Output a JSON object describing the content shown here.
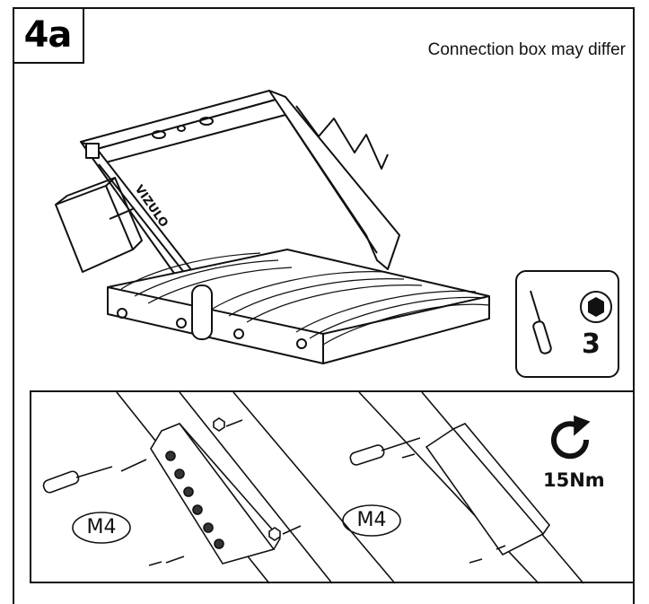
{
  "step": {
    "label": "4a"
  },
  "note": "Connection box may differ",
  "tools": {
    "hex_size": "3",
    "screwdriver_icon": "screwdriver-icon",
    "hex_icon": "hex-socket-icon"
  },
  "detail": {
    "torque": "15Nm",
    "torque_icon": "rotate-clockwise-icon",
    "screw_label_left": "M4",
    "screw_label_right": "M4"
  },
  "product": {
    "brand": "VIZULO"
  },
  "colors": {
    "line": "#111111",
    "background": "#ffffff"
  }
}
